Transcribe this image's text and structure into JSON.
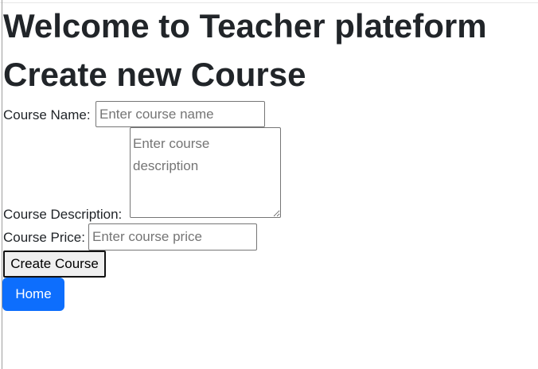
{
  "page": {
    "heading": "Welcome to Teacher plateform",
    "subheading": "Create new Course"
  },
  "form": {
    "course_name": {
      "label": "Course Name:",
      "placeholder": "Enter course name",
      "value": ""
    },
    "course_description": {
      "label": "Course Description:",
      "placeholder": "Enter course description",
      "value": ""
    },
    "course_price": {
      "label": "Course Price:",
      "placeholder": "Enter course price",
      "value": ""
    },
    "submit_label": "Create Course"
  },
  "nav": {
    "home_label": "Home"
  },
  "colors": {
    "primary_button": "#0d6efd",
    "heading_text": "#212529"
  }
}
